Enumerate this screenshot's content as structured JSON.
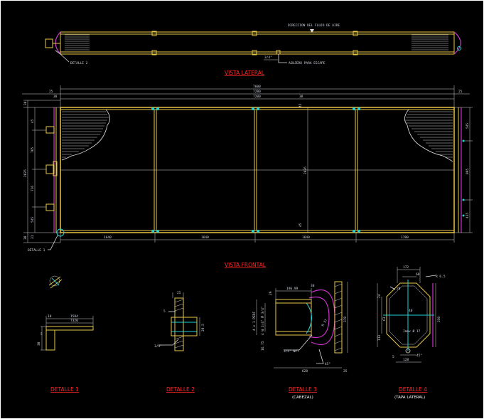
{
  "colors": {
    "background": "#000000",
    "structure": "#e8c84a",
    "dimension": "#d0d0d0",
    "title": "#ff2a2a",
    "accent": "#cc33cc",
    "cyan": "#22d0d0"
  },
  "top_view": {
    "flow_label": "DIRECCION DEL FLUJO DE AIRE",
    "detail_callout": "DETALLE 2",
    "hole_label": "AGUJERO PARA ESCAPE",
    "hole_dim": "3/4\""
  },
  "titles": {
    "side": "VISTA LATERAL",
    "front": "VISTA FRONTAL"
  },
  "front_view": {
    "detail_callout": "DETALLE 1",
    "dims_top": [
      "7600",
      "7280",
      "7200",
      "25",
      "25",
      "38",
      "38"
    ],
    "dims_bottom": [
      "1640",
      "1640",
      "1640",
      "1700"
    ],
    "dims_left": [
      "30",
      "45",
      "2076",
      "765",
      "716",
      "545",
      "31",
      "30"
    ],
    "dims_right": [
      "545",
      "995",
      "435",
      "2076"
    ],
    "dims_misc": [
      "45",
      "45"
    ]
  },
  "details": [
    {
      "title": "DETALLE 1",
      "sub": "",
      "dims": [
        "1584",
        "7320",
        "10",
        "5",
        "30"
      ]
    },
    {
      "title": "DETALLE 2",
      "sub": "",
      "dims": [
        "25",
        "5",
        "29.5",
        "3/4\""
      ]
    },
    {
      "title": "DETALLE 3",
      "sub": "(CABEZAL)",
      "dims": [
        "196.99",
        "4 x 1 PERF",
        "4 W 3/4\" M 3/4\"",
        "29",
        "16.75",
        "628",
        "25",
        "370",
        "45°",
        "R 37",
        "3/4\" NPT",
        "30"
      ]
    },
    {
      "title": "DETALLE 4",
      "sub": "(TAPA LATERAL)",
      "dims": [
        "172",
        "68",
        "R 6.5",
        "20",
        "63",
        "24",
        "113",
        "40",
        "Imax Ø 17",
        "5",
        "128",
        "350",
        "45°"
      ]
    }
  ]
}
